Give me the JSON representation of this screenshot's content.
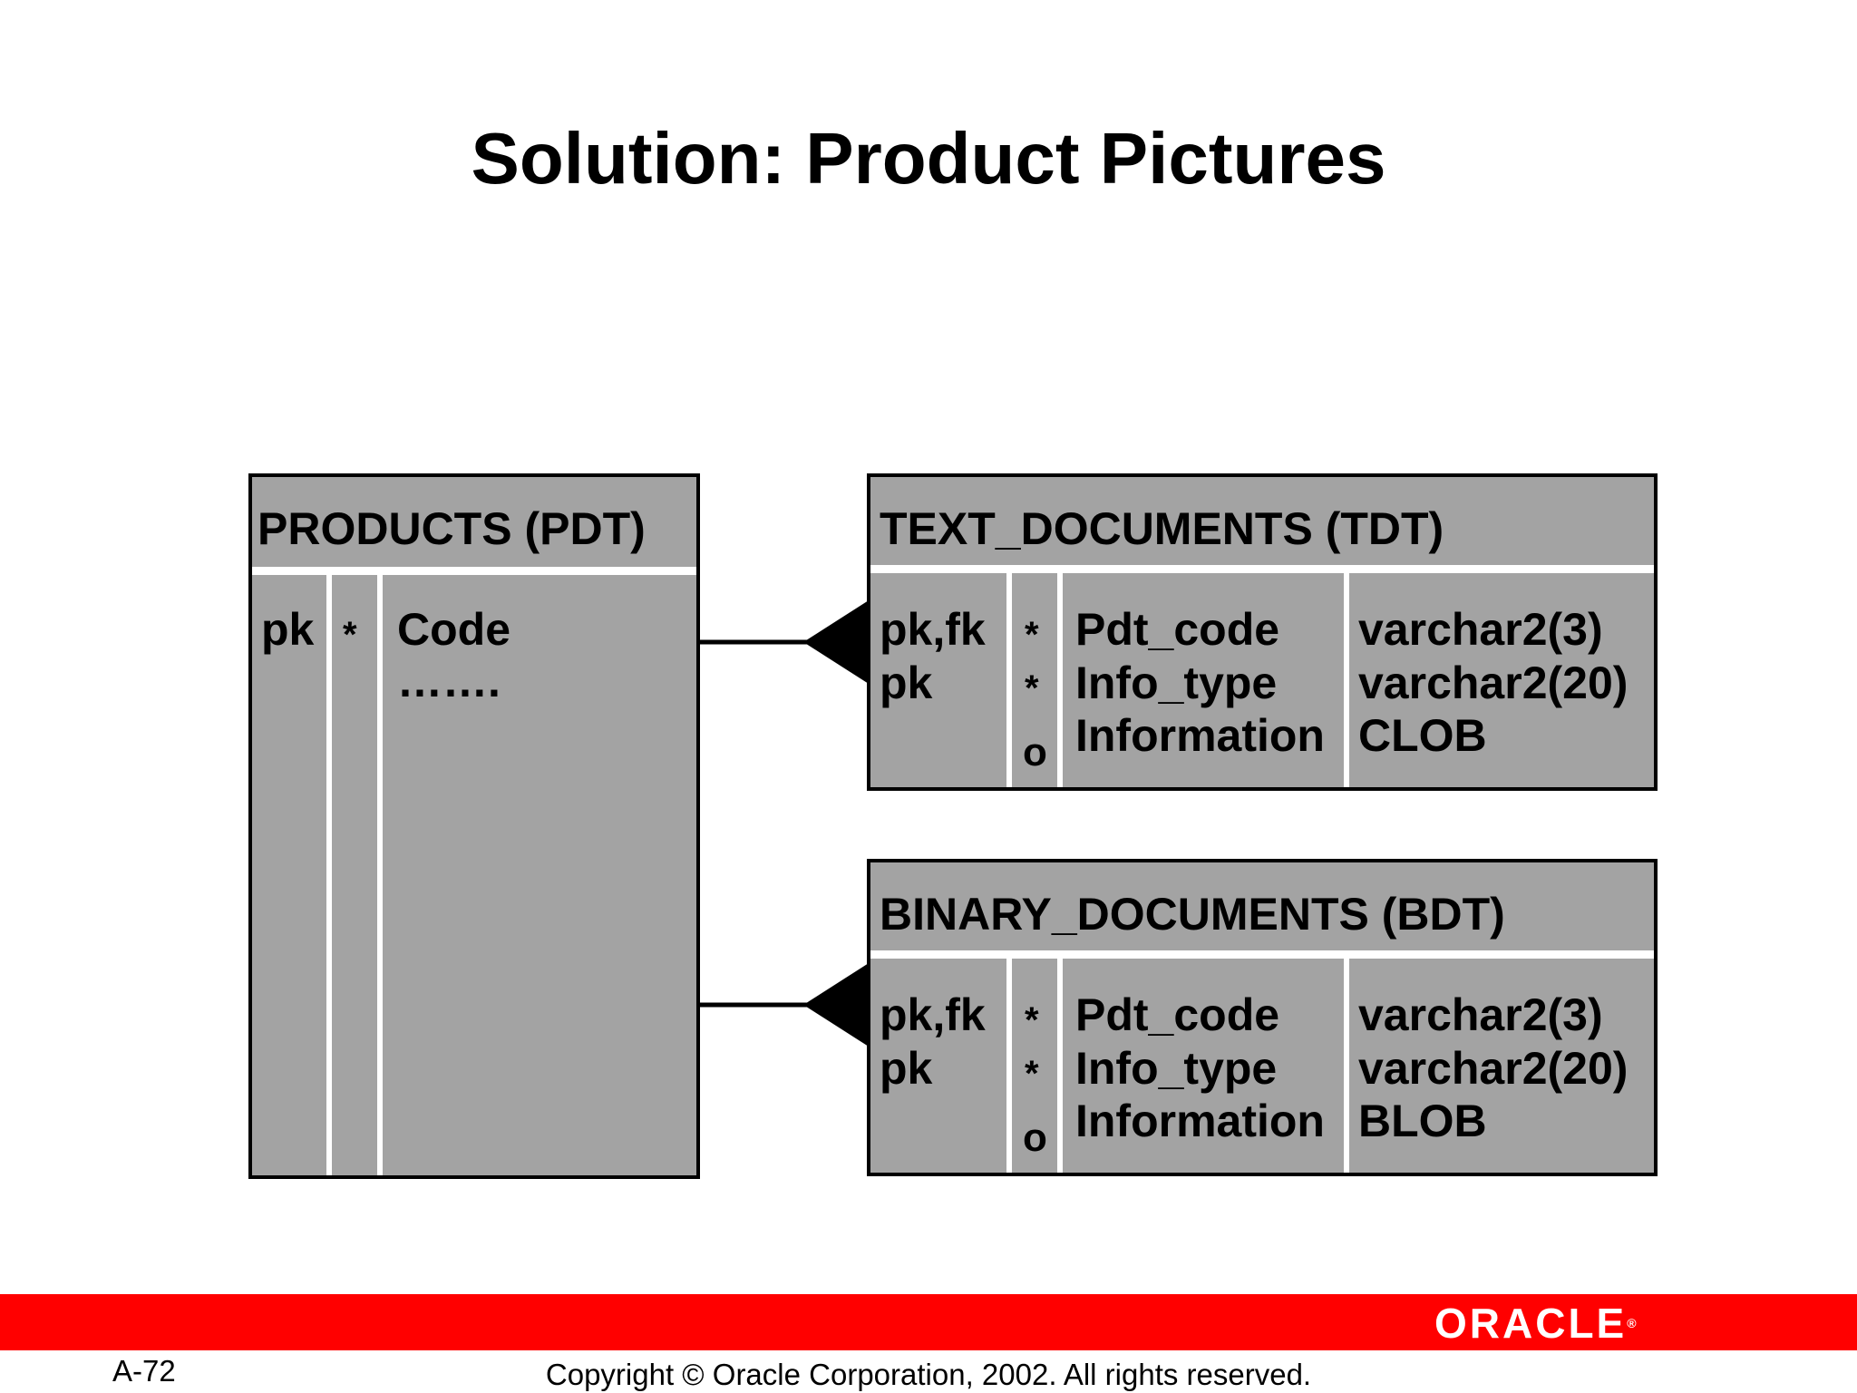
{
  "title": "Solution: Product Pictures",
  "products": {
    "title": "PRODUCTS (PDT)",
    "row": {
      "key": "pk",
      "mark": "*",
      "name": "Code"
    },
    "more": "……."
  },
  "text_documents": {
    "title": "TEXT_DOCUMENTS (TDT)",
    "rows": [
      {
        "key": "pk,fk",
        "mark": "*",
        "name": "Pdt_code",
        "type": "varchar2(3)"
      },
      {
        "key": "pk",
        "mark": "*",
        "name": "Info_type",
        "type": "varchar2(20)"
      },
      {
        "key": "",
        "mark": "o",
        "name": "Information",
        "type": "CLOB"
      }
    ]
  },
  "binary_documents": {
    "title": "BINARY_DOCUMENTS (BDT)",
    "rows": [
      {
        "key": "pk,fk",
        "mark": "*",
        "name": "Pdt_code",
        "type": "varchar2(3)"
      },
      {
        "key": "pk",
        "mark": "*",
        "name": "Info_type",
        "type": "varchar2(20)"
      },
      {
        "key": "",
        "mark": "o",
        "name": "Information",
        "type": "BLOB"
      }
    ]
  },
  "footer": {
    "page": "A-72",
    "copyright": "Copyright © Oracle Corporation, 2002. All rights reserved.",
    "logo": "ORACLE",
    "logo_mark": "®",
    "bar_color": "#ff0000"
  }
}
